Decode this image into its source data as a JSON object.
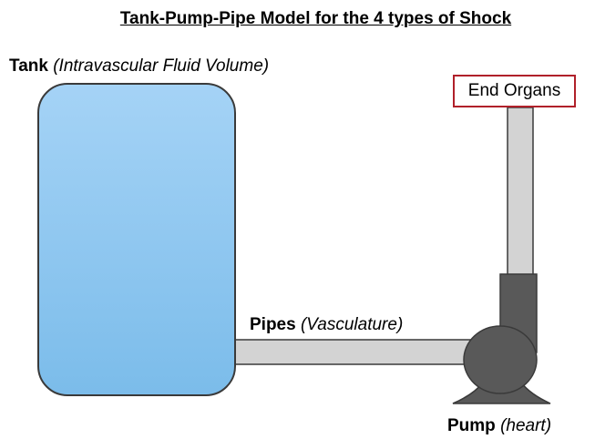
{
  "title": "Tank-Pump-Pipe Model for the 4 types of Shock",
  "labels": {
    "tank": {
      "strong": "Tank",
      "note": "(Intravascular Fluid Volume)"
    },
    "pipes": {
      "strong": "Pipes",
      "note": "(Vasculature)"
    },
    "pump": {
      "strong": "Pump",
      "note": "(heart)"
    }
  },
  "end_organs": "End Organs",
  "colors": {
    "tank_top": "#a5d3f6",
    "tank_bottom": "#7bbcea",
    "pipe": "#d3d3d3",
    "pump": "#595959",
    "outline": "#3a3a3a",
    "end_organs_border": "#b0202a"
  }
}
